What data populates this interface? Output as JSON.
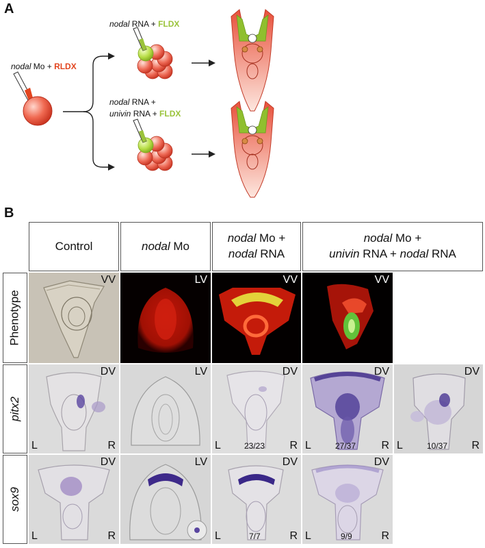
{
  "panelA": {
    "letter": "A",
    "inject_label_pre": "nodal",
    "inject_label_mid": " Mo + ",
    "inject_label_dye": "RLDX",
    "top_label_pre": "nodal",
    "top_label_mid": " RNA + ",
    "top_label_dye": "FLDX",
    "bottom_label_line1_pre": "nodal",
    "bottom_label_line1_mid": " RNA +",
    "bottom_label_line2_pre": "univin",
    "bottom_label_line2_mid": " RNA + ",
    "bottom_label_dye": "FLDX",
    "colors": {
      "red_dye": "#e2451f",
      "green_dye": "#9ac33a"
    }
  },
  "panelB": {
    "letter": "B",
    "columns": [
      {
        "plain": "Control"
      },
      {
        "italic": "nodal",
        "plain": " Mo"
      },
      {
        "l1_italic": "nodal",
        "l1_plain": " Mo +",
        "l2_italic": "nodal",
        "l2_plain": " RNA"
      },
      {
        "l1_italic": "nodal",
        "l1_plain": " Mo +",
        "l2_italic1": "univin",
        "l2_plain1": " RNA + ",
        "l2_italic2": "nodal",
        "l2_plain2": " RNA"
      }
    ],
    "rows": [
      {
        "label": "Phenotype",
        "italic": false
      },
      {
        "label": "pitx2",
        "italic": true
      },
      {
        "label": "sox9",
        "italic": true
      }
    ],
    "phenotype_views": [
      "VV",
      "LV",
      "VV",
      "VV"
    ],
    "pitx2_views": [
      "DV",
      "LV",
      "DV",
      "DV",
      "DV"
    ],
    "sox9_views": [
      "DV",
      "LV",
      "DV",
      "DV"
    ],
    "side_left": "L",
    "side_right": "R",
    "pitx2_counts": [
      "23/23",
      "27/37",
      "10/37"
    ],
    "sox9_counts": [
      "7/7",
      "9/9"
    ]
  }
}
